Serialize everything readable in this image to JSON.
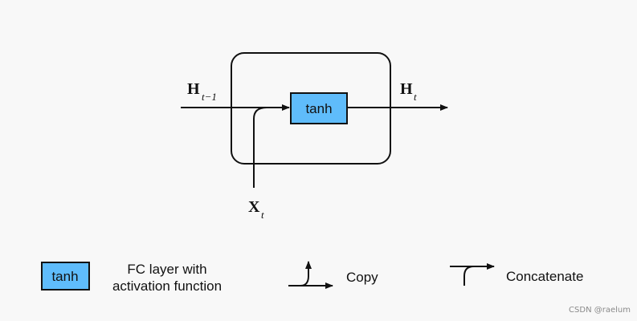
{
  "diagram": {
    "cell": {
      "activation_label": "tanh"
    },
    "labels": {
      "prev_hidden_base": "H",
      "prev_hidden_sub": "t−1",
      "hidden_base": "H",
      "hidden_sub": "t",
      "input_base": "X",
      "input_sub": "t"
    }
  },
  "legend": {
    "fc_box_label": "tanh",
    "fc_line1": "FC layer with",
    "fc_line2": "activation function",
    "copy_label": "Copy",
    "concat_label": "Concatenate"
  },
  "watermark": "CSDN @raelum",
  "colors": {
    "fc_fill": "#5fbcfb",
    "stroke": "#111111",
    "background": "#f8f8f8"
  }
}
